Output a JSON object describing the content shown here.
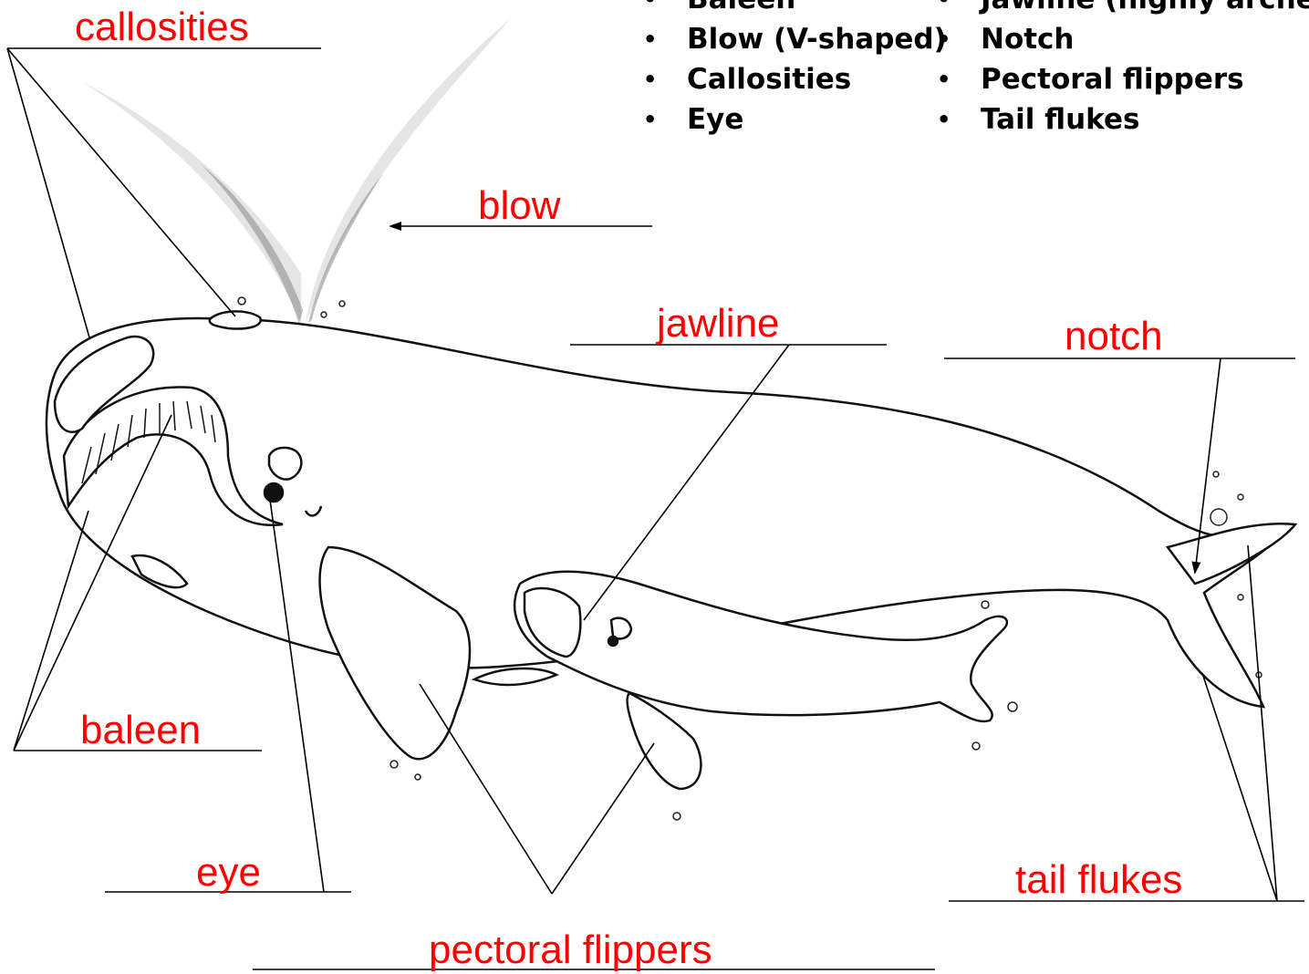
{
  "word_bank": {
    "column_1": [
      "Baleen",
      "Blow (V-shaped)",
      "Callosities",
      "Eye"
    ],
    "column_2": [
      "Jawline (highly arched)",
      "Notch",
      "Pectoral flippers",
      "Tail flukes"
    ]
  },
  "labels": {
    "callosities": "callosities",
    "blow": "blow",
    "jawline": "jawline",
    "notch": "notch",
    "baleen": "baleen",
    "eye": "eye",
    "tail_flukes": "tail flukes",
    "pectoral_flippers": "pectoral flippers"
  },
  "colors": {
    "label_text": "#ff0000",
    "line": "#000000",
    "drawing": "#111111"
  }
}
